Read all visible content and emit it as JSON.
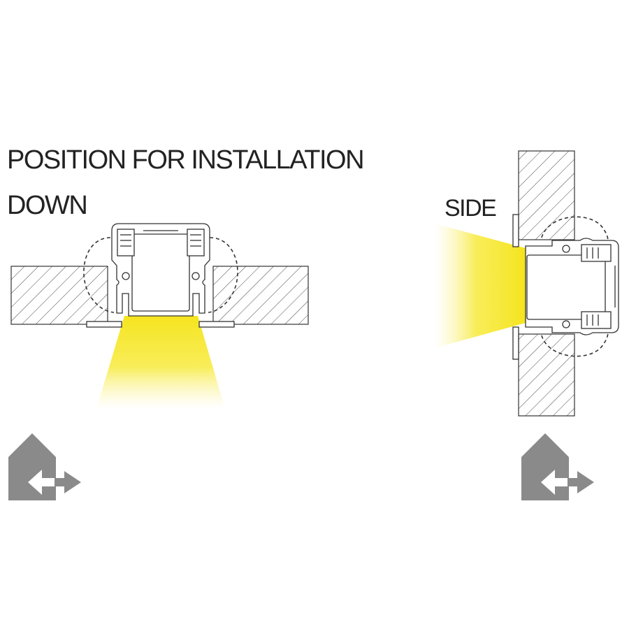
{
  "heading": "POSITION FOR INSTALLATION",
  "variants": [
    {
      "id": "down",
      "label": "DOWN"
    },
    {
      "id": "side",
      "label": "SIDE"
    }
  ],
  "icons": [
    "house-arrow-icon",
    "house-arrow-icon"
  ],
  "colors": {
    "light_beam": "#f5e41e",
    "line": "#3a3a3a",
    "icon_gray": "#8a8a8a",
    "profile_fill": "#ffffff"
  }
}
